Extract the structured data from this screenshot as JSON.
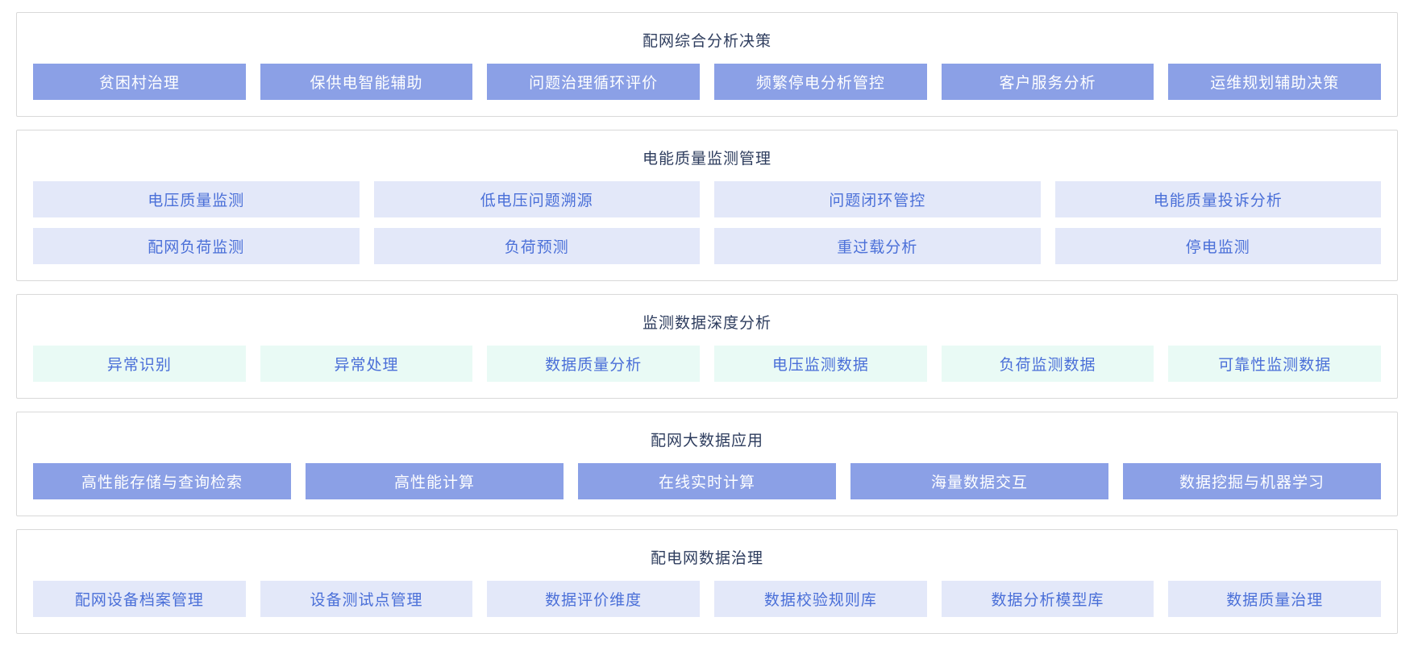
{
  "colors": {
    "solid_bg": "#8ba0e6",
    "solid_text": "#ffffff",
    "lavender_bg": "#e3e8f9",
    "lavender_text": "#4a6fd8",
    "mint_bg": "#e9faf5",
    "mint_text": "#4a6fd8",
    "title_text": "#2e3d5e",
    "panel_border": "#d9d9d9",
    "page_bg": "#ffffff"
  },
  "sections": [
    {
      "title": "配网综合分析决策",
      "style": "solid",
      "rows": [
        [
          "贫困村治理",
          "保供电智能辅助",
          "问题治理循环评价",
          "频繁停电分析管控",
          "客户服务分析",
          "运维规划辅助决策"
        ]
      ]
    },
    {
      "title": "电能质量监测管理",
      "style": "lavender",
      "rows": [
        [
          "电压质量监测",
          "低电压问题溯源",
          "问题闭环管控",
          "电能质量投诉分析"
        ],
        [
          "配网负荷监测",
          "负荷预测",
          "重过载分析",
          "停电监测"
        ]
      ]
    },
    {
      "title": "监测数据深度分析",
      "style": "mint",
      "rows": [
        [
          "异常识别",
          "异常处理",
          "数据质量分析",
          "电压监测数据",
          "负荷监测数据",
          "可靠性监测数据"
        ]
      ]
    },
    {
      "title": "配网大数据应用",
      "style": "solid",
      "rows": [
        [
          "高性能存储与查询检索",
          "高性能计算",
          "在线实时计算",
          "海量数据交互",
          "数据挖掘与机器学习"
        ]
      ]
    },
    {
      "title": "配电网数据治理",
      "style": "lavender",
      "rows": [
        [
          "配网设备档案管理",
          "设备测试点管理",
          "数据评价维度",
          "数据校验规则库",
          "数据分析模型库",
          "数据质量治理"
        ]
      ]
    }
  ]
}
